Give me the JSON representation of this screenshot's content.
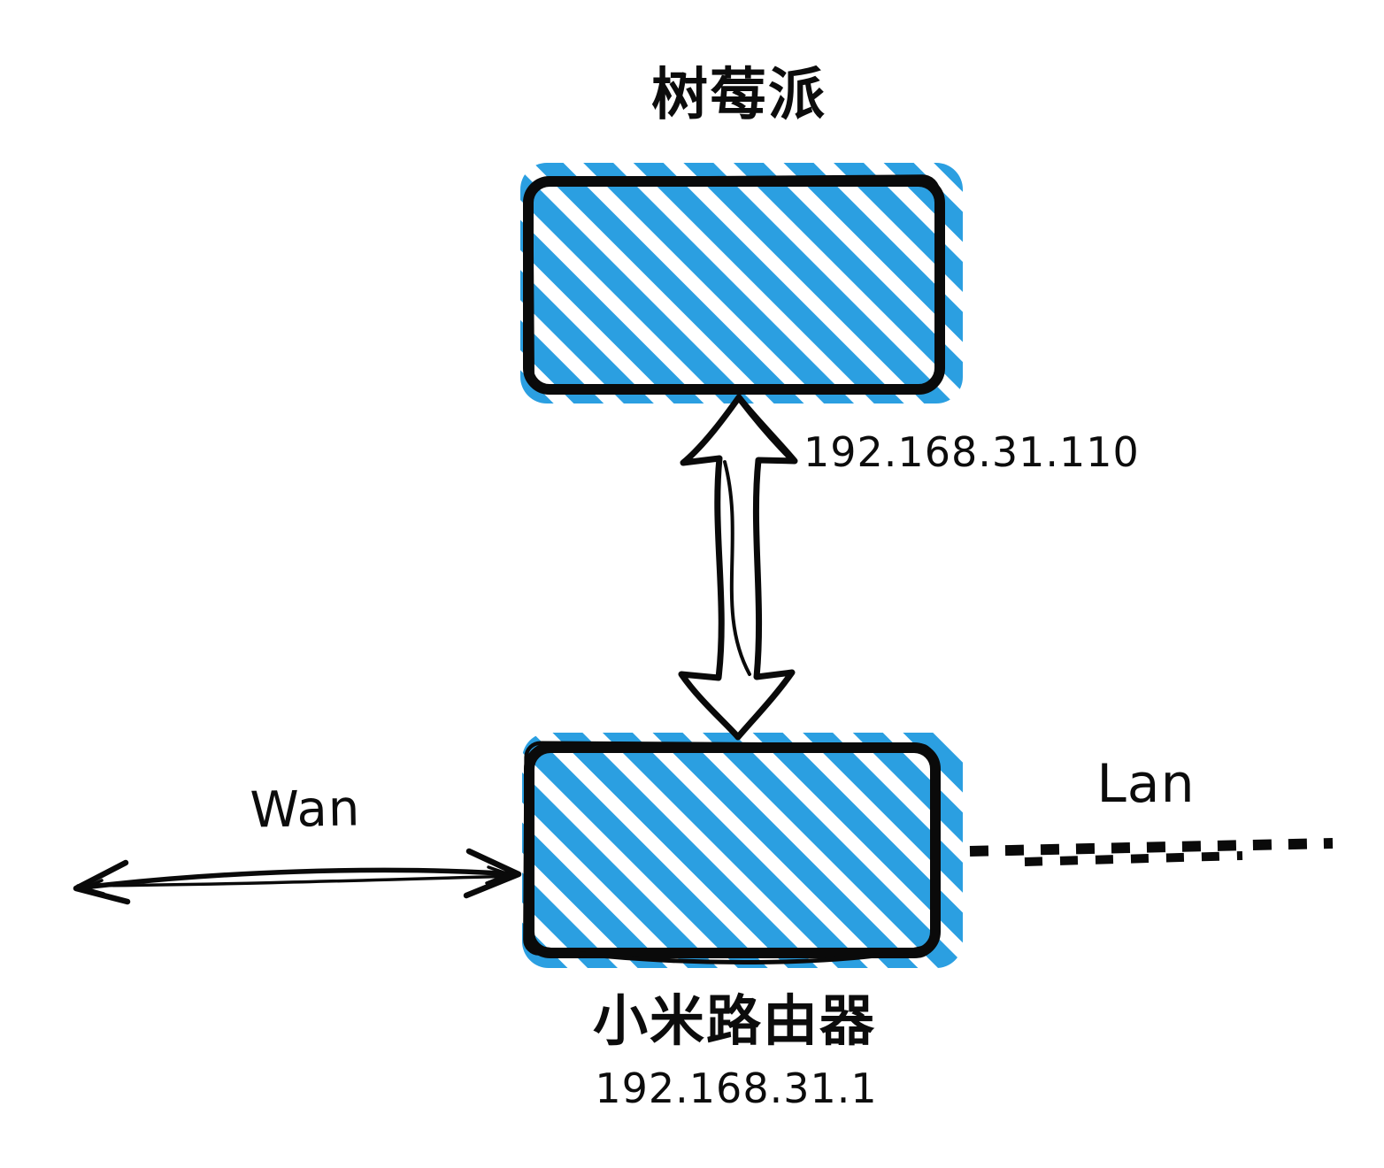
{
  "diagram": {
    "background_color": "#ffffff",
    "stroke_color": "#0a0a0a",
    "hatch_color": "#2b9fe1",
    "nodes": [
      {
        "id": "raspberry-pi",
        "label": "树莓派"
      },
      {
        "id": "xiaomi-router",
        "label": "小米路由器",
        "ip": "192.168.31.1"
      }
    ],
    "edges": [
      {
        "id": "pi-router-link",
        "label": "192.168.31.110",
        "type": "double-arrow"
      },
      {
        "id": "wan-link",
        "label": "Wan",
        "type": "double-arrow"
      },
      {
        "id": "lan-link",
        "label": "Lan",
        "type": "dashed-line"
      }
    ]
  }
}
